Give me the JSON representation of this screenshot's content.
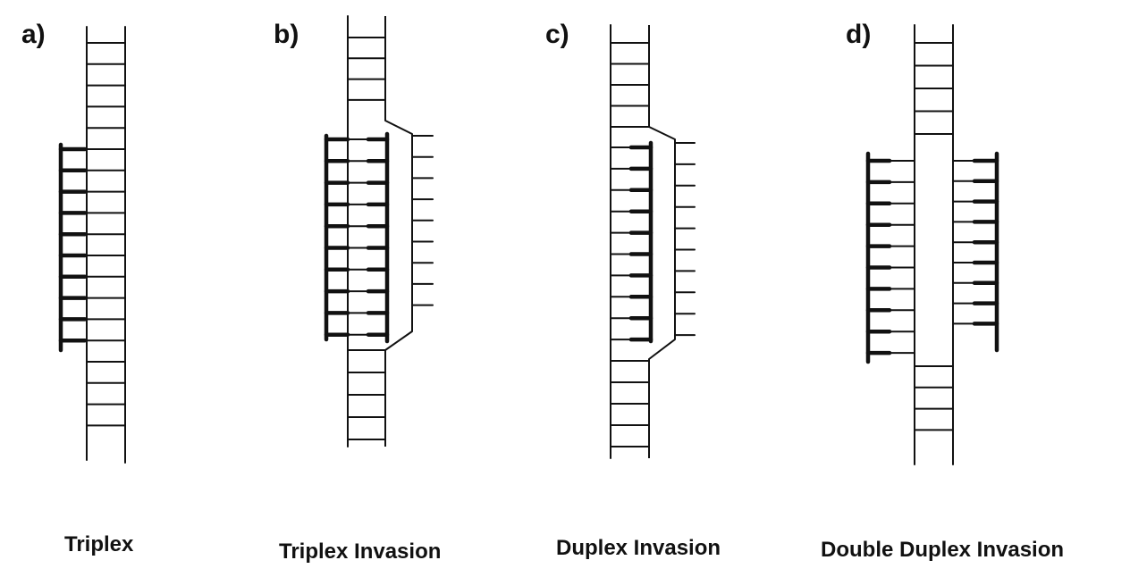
{
  "panels": [
    {
      "letter": "a)",
      "caption": "Triplex"
    },
    {
      "letter": "b)",
      "caption": "Triplex Invasion"
    },
    {
      "letter": "c)",
      "caption": "Duplex Invasion"
    },
    {
      "letter": "d)",
      "caption": "Double Duplex Invasion"
    }
  ]
}
